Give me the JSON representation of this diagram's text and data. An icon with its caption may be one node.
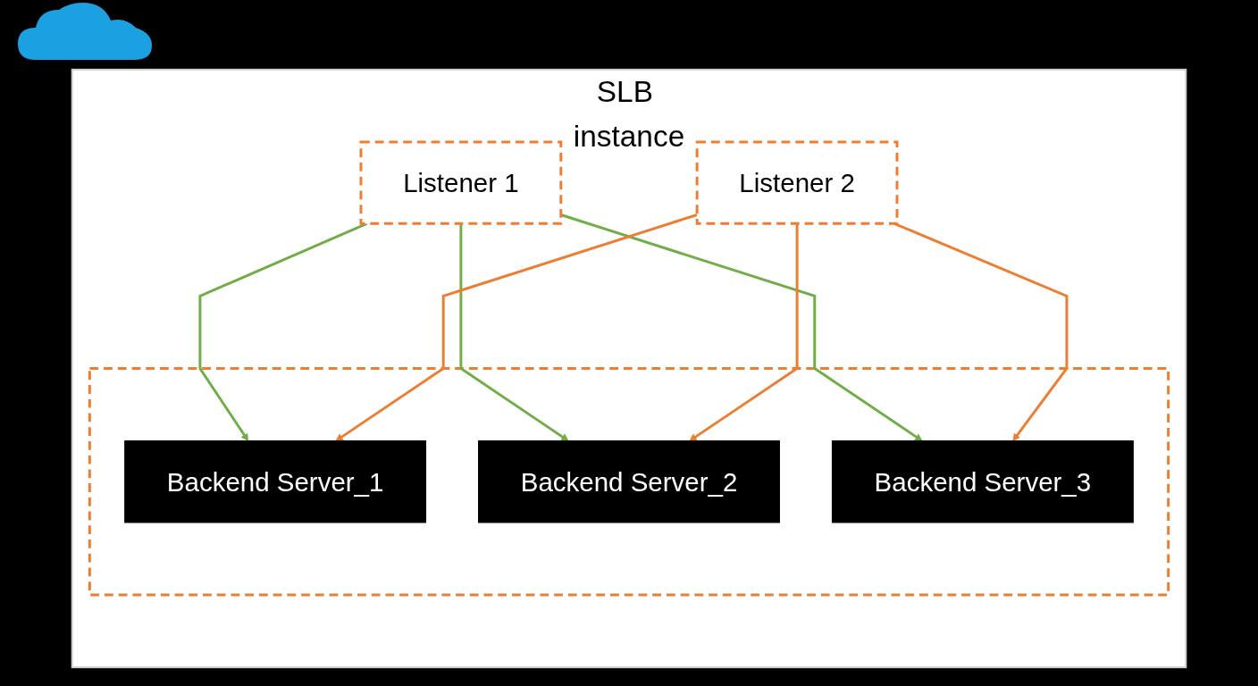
{
  "diagram": {
    "nodes": [
      {
        "text": [
          "SLB instance"
        ]
      },
      {
        "text": [
          "Listener 1"
        ],
        "in": 0
      },
      {
        "text": [
          "Listener 2"
        ],
        "in": 0
      },
      {
        "text": [],
        "shape": "box",
        "in": 0
      },
      {
        "text": [
          "Backend Server_1"
        ],
        "in": 3
      },
      {
        "text": [
          "Backend Server_2"
        ],
        "in": 3
      },
      {
        "text": [
          "Backend Server_3"
        ],
        "in": 3
      }
    ],
    "edges": [
      {
        "from": 1,
        "to": 4,
        "arrow": "to",
        "color": "#70ad47"
      },
      {
        "from": 1,
        "to": 5,
        "arrow": "to",
        "color": "#70ad47"
      },
      {
        "from": 1,
        "to": 6,
        "arrow": "to",
        "color": "#70ad47"
      },
      {
        "from": 2,
        "to": 4,
        "arrow": "to",
        "color": "#ed7d31"
      },
      {
        "from": 2,
        "to": 5,
        "arrow": "to",
        "color": "#ed7d31"
      },
      {
        "from": 2,
        "to": 6,
        "arrow": "to",
        "color": "#ed7d31"
      }
    ]
  }
}
